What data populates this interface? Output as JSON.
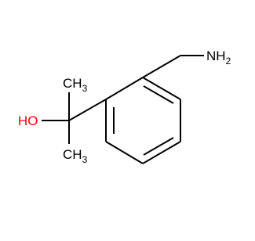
{
  "molecule": {
    "labels": {
      "nh2": {
        "main": "NH",
        "sub": "2"
      },
      "ch3_top": {
        "main": "CH",
        "sub": "3"
      },
      "ch3_bottom": {
        "main": "CH",
        "sub": "3"
      },
      "ho": "HO"
    },
    "colors": {
      "bond": "#000000",
      "carbon_label": "#000000",
      "nitrogen_label": "#000000",
      "oxygen_label": "#ff0000",
      "background": "#ffffff"
    }
  }
}
